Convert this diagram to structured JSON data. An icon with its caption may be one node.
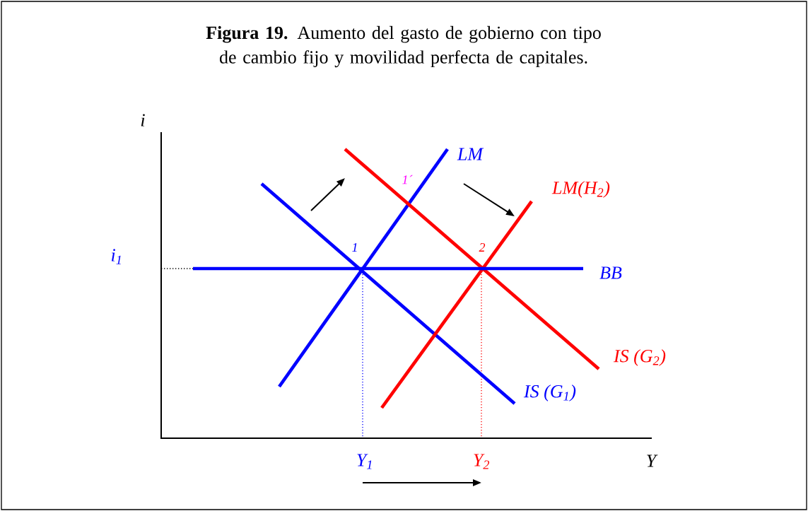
{
  "diagram": {
    "title": "**Figura 19.** Aumento del gasto de gobierno con tipo de cambio fijo y movilidad perfecta de capitales.",
    "labels": [
      "i",
      "LM",
      "1´",
      "LM(H$_{2}$)",
      "i$_{1}$",
      "1",
      "2",
      "BB",
      "IS (G$_{2}$)",
      "IS (G$_{1}$)",
      "Y$_{1}$",
      "Y$_{2}$",
      "Y"
    ]
  }
}
